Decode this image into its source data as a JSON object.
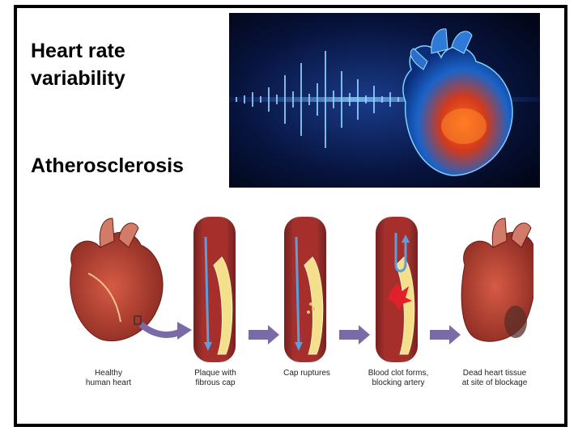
{
  "slide": {
    "title_line1": "Heart rate",
    "title_line2": "variability",
    "title_3": "Atherosclerosis"
  },
  "stages": [
    {
      "line1": "Healthy",
      "line2": "human heart"
    },
    {
      "line1": "Plaque with",
      "line2": "fibrous cap"
    },
    {
      "line1": "Cap ruptures",
      "line2": ""
    },
    {
      "line1": "Blood clot forms,",
      "line2": "blocking artery"
    },
    {
      "line1": "Dead heart tissue",
      "line2": "at site of blockage"
    }
  ],
  "colors": {
    "hero_bg": "#050a2a",
    "pulse": "#3fb0ff",
    "heart": "#c9412f",
    "artery_wall": "#b33b33",
    "plaque": "#f4df8a",
    "blood_flow": "#5a9fe0",
    "arrow": "#7a6aa8"
  }
}
